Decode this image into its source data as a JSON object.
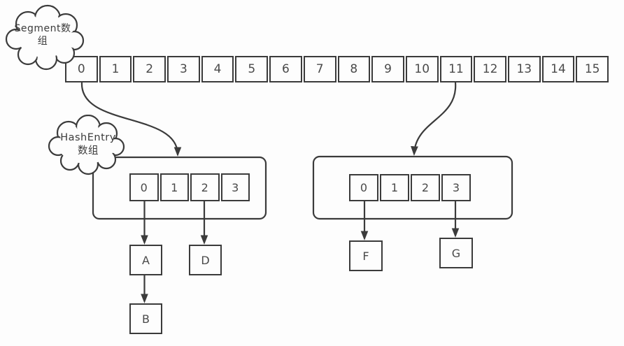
{
  "diagram": {
    "colors": {
      "stroke": "#3b3b3b",
      "background": "#fdfdfd"
    },
    "clouds": {
      "segment": {
        "label": "Segment数组",
        "line1": "Segment数",
        "line2": "组"
      },
      "hashentry": {
        "label": "HashEntry数组",
        "line1": "HashEntry",
        "line2": "数组"
      }
    },
    "segment_array": {
      "cells": [
        "0",
        "1",
        "2",
        "3",
        "4",
        "5",
        "6",
        "7",
        "8",
        "9",
        "10",
        "11",
        "12",
        "13",
        "14",
        "15"
      ]
    },
    "buckets": {
      "left": {
        "cells": [
          "0",
          "1",
          "2",
          "3"
        ]
      },
      "right": {
        "cells": [
          "0",
          "1",
          "2",
          "3"
        ]
      }
    },
    "nodes": {
      "a": "A",
      "b": "B",
      "d": "D",
      "f": "F",
      "g": "G"
    },
    "edges": [
      {
        "from": "segment-cell-0",
        "to": "left-hashentry-container"
      },
      {
        "from": "segment-cell-11",
        "to": "right-hashentry-container"
      },
      {
        "from": "left-bucket-cell-0",
        "to": "node-a"
      },
      {
        "from": "node-a",
        "to": "node-b"
      },
      {
        "from": "left-bucket-cell-2",
        "to": "node-d"
      },
      {
        "from": "right-bucket-cell-0",
        "to": "node-f"
      },
      {
        "from": "right-bucket-cell-3",
        "to": "node-g"
      }
    ]
  }
}
